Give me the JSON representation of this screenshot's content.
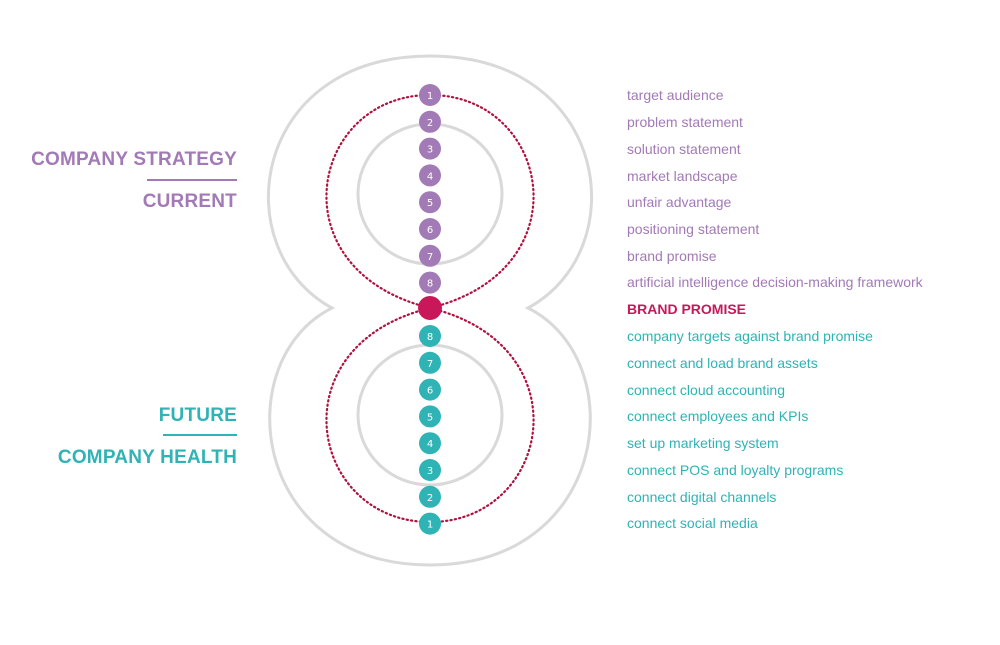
{
  "colors": {
    "purple": "#a27ab5",
    "teal": "#2fb3b5",
    "magenta": "#c8185a",
    "outline": "#d9d9d9",
    "dotted": "#b0123f"
  },
  "labels": {
    "company_strategy": "COMPANY STRATEGY",
    "current": "CURRENT",
    "future": "FUTURE",
    "company_health": "COMPANY HEALTH"
  },
  "center_item": "BRAND PROMISE",
  "top_steps": [
    {
      "number": "1",
      "label": "target audience"
    },
    {
      "number": "2",
      "label": "problem statement"
    },
    {
      "number": "3",
      "label": "solution statement"
    },
    {
      "number": "4",
      "label": "market landscape"
    },
    {
      "number": "5",
      "label": "unfair advantage"
    },
    {
      "number": "6",
      "label": "positioning statement"
    },
    {
      "number": "7",
      "label": "brand promise"
    },
    {
      "number": "8",
      "label": "artificial intelligence decision-making framework"
    }
  ],
  "bottom_steps": [
    {
      "number": "8",
      "label": "company targets against brand promise"
    },
    {
      "number": "7",
      "label": "connect and load brand assets"
    },
    {
      "number": "6",
      "label": "connect cloud accounting"
    },
    {
      "number": "5",
      "label": "connect employees and KPIs"
    },
    {
      "number": "4",
      "label": "set up marketing system"
    },
    {
      "number": "3",
      "label": "connect POS and loyalty programs"
    },
    {
      "number": "2",
      "label": "connect digital channels"
    },
    {
      "number": "1",
      "label": "connect social media"
    }
  ]
}
